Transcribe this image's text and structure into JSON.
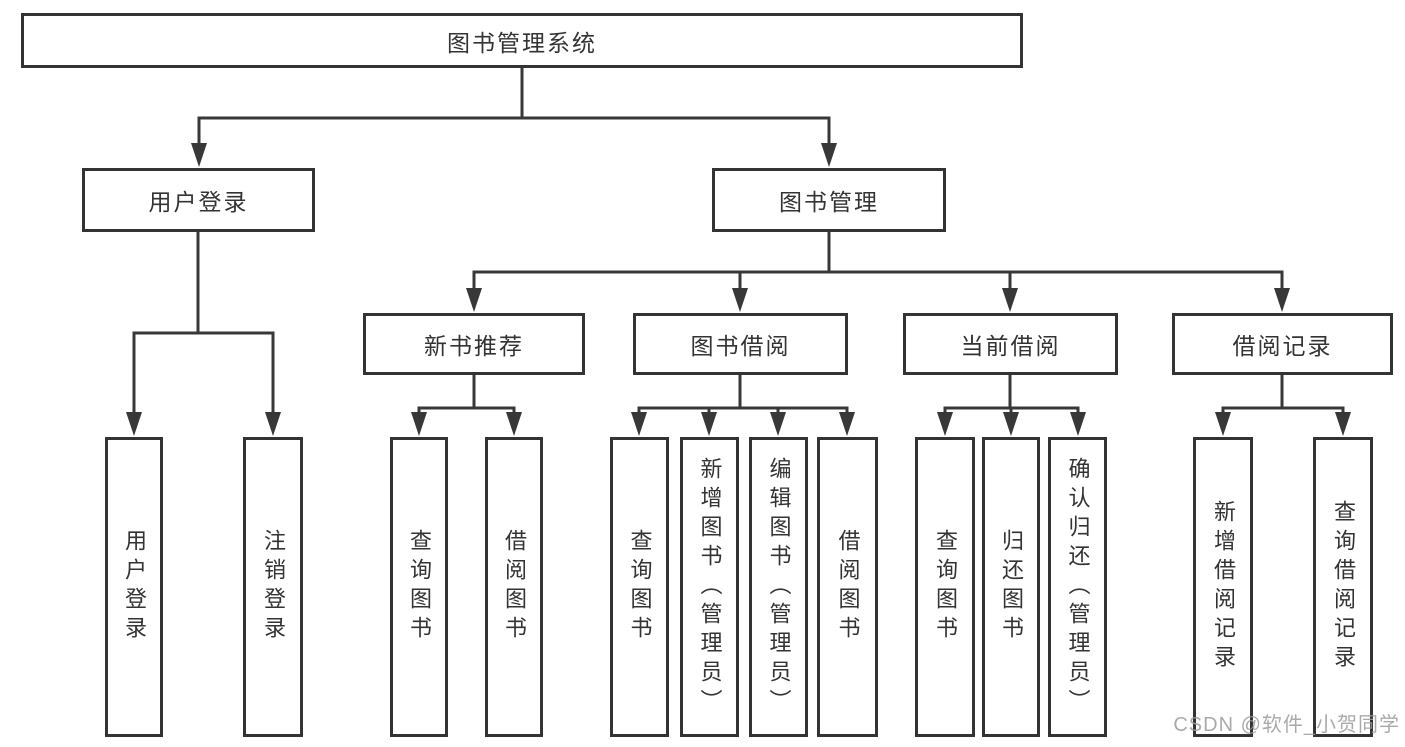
{
  "tree": {
    "root": "图书管理系统",
    "children": [
      {
        "label": "用户登录",
        "children": [
          {
            "label": "用户登录"
          },
          {
            "label": "注销登录"
          }
        ]
      },
      {
        "label": "图书管理",
        "children": [
          {
            "label": "新书推荐",
            "children": [
              {
                "label": "查询图书"
              },
              {
                "label": "借阅图书"
              }
            ]
          },
          {
            "label": "图书借阅",
            "children": [
              {
                "label": "查询图书"
              },
              {
                "label": "新增图书（管理员）"
              },
              {
                "label": "编辑图书（管理员）"
              },
              {
                "label": "借阅图书"
              }
            ]
          },
          {
            "label": "当前借阅",
            "children": [
              {
                "label": "查询图书"
              },
              {
                "label": "归还图书"
              },
              {
                "label": "确认归还（管理员）"
              }
            ]
          },
          {
            "label": "借阅记录",
            "children": [
              {
                "label": "新增借阅记录"
              },
              {
                "label": "查询借阅记录"
              }
            ]
          }
        ]
      }
    ]
  },
  "watermark": {
    "text": "CSDN @软件_小贺同学"
  },
  "colors": {
    "line": "#383838",
    "border": "#333333",
    "text": "#333333",
    "watermark": "#9c9c9c"
  }
}
